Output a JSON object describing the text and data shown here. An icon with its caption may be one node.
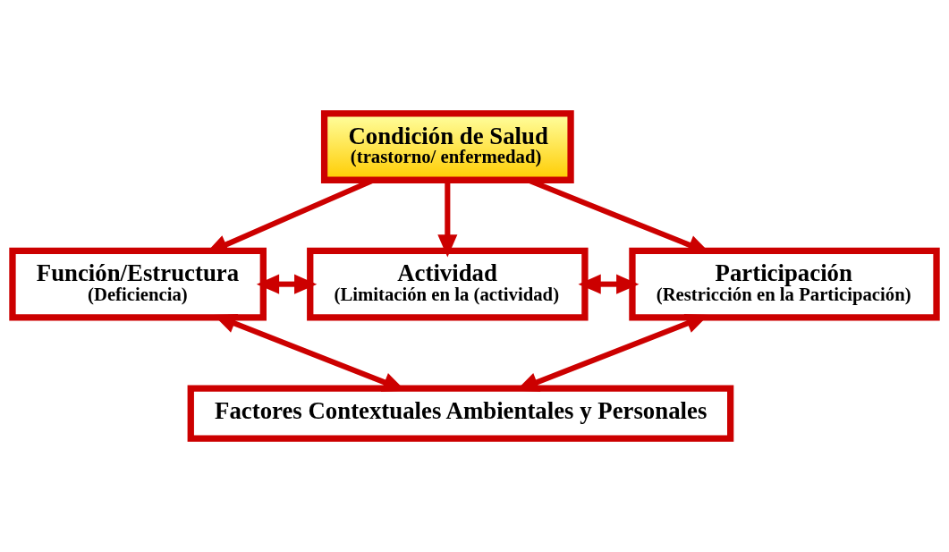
{
  "diagram": {
    "nodes": [
      {
        "text": [
          "Condición de Salud",
          "(trastorno/ enfermedad)"
        ]
      },
      {
        "text": [
          "Función/Estructura",
          "(Deficiencia)"
        ]
      },
      {
        "text": [
          "Actividad",
          "(Limitación en la (actividad)"
        ]
      },
      {
        "text": [
          "Participación",
          "(Restricción en la Participación)"
        ]
      },
      {
        "text": [
          "Factores Contextuales Ambientales y Personales"
        ]
      }
    ],
    "edges": [
      {
        "from": 0,
        "to": 1,
        "arrow": "to"
      },
      {
        "from": 0,
        "to": 2,
        "arrow": "to"
      },
      {
        "from": 0,
        "to": 3,
        "arrow": "to"
      },
      {
        "from": 1,
        "to": 2,
        "arrow": "both"
      },
      {
        "from": 2,
        "to": 3,
        "arrow": "both"
      },
      {
        "from": 1,
        "to": 4,
        "arrow": "both"
      },
      {
        "from": 3,
        "to": 4,
        "arrow": "both"
      }
    ]
  }
}
